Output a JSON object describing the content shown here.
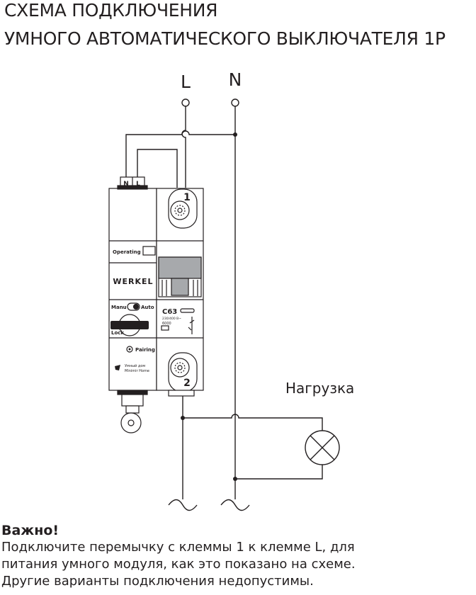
{
  "title": {
    "line1": "СХЕМА ПОДКЛЮЧЕНИЯ",
    "line2": "УМНОГО АВТОМАТИЧЕСКОГО ВЫКЛЮЧАТЕЛЯ 1Р"
  },
  "supply": {
    "phase": "L",
    "neutral": "N"
  },
  "module": {
    "terminal_n": "N",
    "terminal_l": "L",
    "operating_label": "Operating",
    "brand": "WERKEL",
    "manu_label": "Manu",
    "auto_label": "Auto",
    "lock_label": "Lock",
    "pairing_label": "Pairing",
    "smart_home_line1": "Умный дом",
    "smart_home_line2": "Minimir Home"
  },
  "breaker": {
    "terminal_top": "1",
    "terminal_bottom": "2",
    "rating": "C63",
    "voltage": "230/400 В~",
    "capacity": "6000"
  },
  "load": {
    "label": "Нагрузка"
  },
  "note": {
    "heading": "Важно!",
    "lines": [
      "Подключите перемычку с клеммы 1 к клемме L, для",
      "питания умного модуля, как это показано на схеме.",
      "Другие варианты подключения недопустимы."
    ]
  },
  "colors": {
    "ink": "#231f20",
    "device_fill": "#ffffff",
    "handle_gray": "#a7a9ac"
  }
}
